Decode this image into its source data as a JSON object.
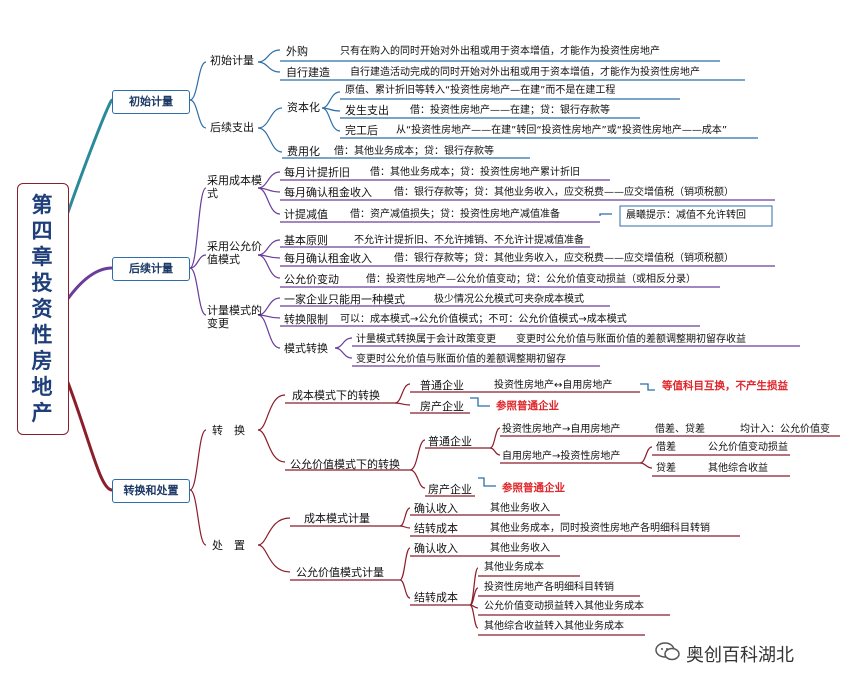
{
  "title": "第四章 投资性房地产",
  "branches": {
    "initial": "初始计量",
    "subsequent": "后续计量",
    "convert_dispose": "转换和处置"
  },
  "initial": {
    "first": "初始计量",
    "purchase": "外购",
    "purchase_text": "只有在购入的同时开始对外出租或用于资本增值，才能作为投资性房地产",
    "self_built": "自行建造",
    "self_built_text": "自行建造活动完成的同时开始对外出租或用于资本增值，才能作为投资性房地产",
    "later": "后续支出",
    "capitalize": "资本化",
    "cap_top": "原值、累计折旧等转入“投资性房地产—在建”而不是在建工程",
    "incurred": "发生支出",
    "incurred_text": "借：投资性房地产——在建；贷：银行存款等",
    "completed": "完工后",
    "completed_text": "从“投资性房地产——在建”转回“投资性房地产”或“投资性房地产——成本”",
    "expense": "费用化",
    "expense_text": "借：其他业务成本；贷：银行存款等"
  },
  "subsequent": {
    "cost_model": "采用成本模式",
    "monthly_dep": "每月计提折旧",
    "monthly_dep_text": "借：其他业务成本；贷：投资性房地产累计折旧",
    "monthly_rent_cost": "每月确认租金收入",
    "monthly_rent_cost_text": "借：银行存款等；贷：其他业务收入，应交税费——应交增值税（销项税额）",
    "impairment": "计提减值",
    "impairment_text": "借：资产减值损失；贷：投资性房地产减值准备",
    "impairment_note": "晨曦提示：减值不允许转回",
    "fv_model": "采用公允价值模式",
    "basic": "基本原则",
    "basic_text": "不允许计提折旧、不允许摊销、不允许计提减值准备",
    "monthly_rent_fv": "每月确认租金收入",
    "monthly_rent_fv_text": "借：银行存款等；贷：其他业务收入，应交税费——应交增值税（销项税额）",
    "fv_change": "公允价变动",
    "fv_change_text": "借：投资性房地产—公允价值变动；贷：公允价值变动损益（或相反分录）",
    "model_change": "计量模式的变更",
    "one_model": "一家企业只能用一种模式",
    "one_model_text": "极少情况公允模式可夹杂成本模式",
    "restriction": "转换限制",
    "restriction_text": "可以：成本模式→公允价值模式；不可：公允价值模式→成本模式",
    "mode_conv": "模式转换",
    "mode_conv_1": "计量模式转换属于会计政策变更",
    "mode_conv_2": "变更时公允价值与账面价值的差额调整期初留存收益",
    "mode_conv_3": "变更时公允价值与账面价值的差额调整期初留存"
  },
  "convert": {
    "convert": "转　换",
    "cost_model_conv": "成本模式下的转换",
    "ordinary": "普通企业",
    "ordinary_text": "投资性房地产↔自用房地产",
    "ordinary_note": "等值科目互换，不产生损益",
    "real_estate": "房产企业",
    "real_estate_note": "参照普通企业",
    "fv_model_conv": "公允价值模式下的转换",
    "ordinary2": "普通企业",
    "inv_to_self": "投资性房地产→自用房地产",
    "inv_to_self_1": "借差、贷差",
    "inv_to_self_2": "均计入：公允价值变",
    "self_to_inv": "自用房地产→投资性房地产",
    "debit_diff": "借差",
    "debit_diff_text": "公允价值变动损益",
    "credit_diff": "贷差",
    "credit_diff_text": "其他综合收益",
    "real_estate2": "房产企业",
    "real_estate2_note": "参照普通企业",
    "dispose": "处　置",
    "cost_dispose": "成本模式计量",
    "confirm_income": "确认收入",
    "confirm_income_text": "其他业务收入",
    "carry_cost": "结转成本",
    "carry_cost_text": "其他业务成本，同时投资性房地产各明细科目转销",
    "fv_dispose": "公允价值模式计量",
    "confirm_income2": "确认收入",
    "confirm_income2_text": "其他业务收入",
    "carry_cost2": "结转成本",
    "cc_1": "其他业务成本",
    "cc_2": "投资性房地产各明细科目转销",
    "cc_3": "公允价值变动损益转入其他业务成本",
    "cc_4": "其他综合收益转入其他业务成本"
  },
  "watermark": "奥创百科湖北",
  "colors": {
    "blue": "#2d6ea8",
    "teal": "#2a8a9a",
    "purple": "#6a3d9a",
    "maroon": "#8b1e2b",
    "red": "#e0262a"
  }
}
